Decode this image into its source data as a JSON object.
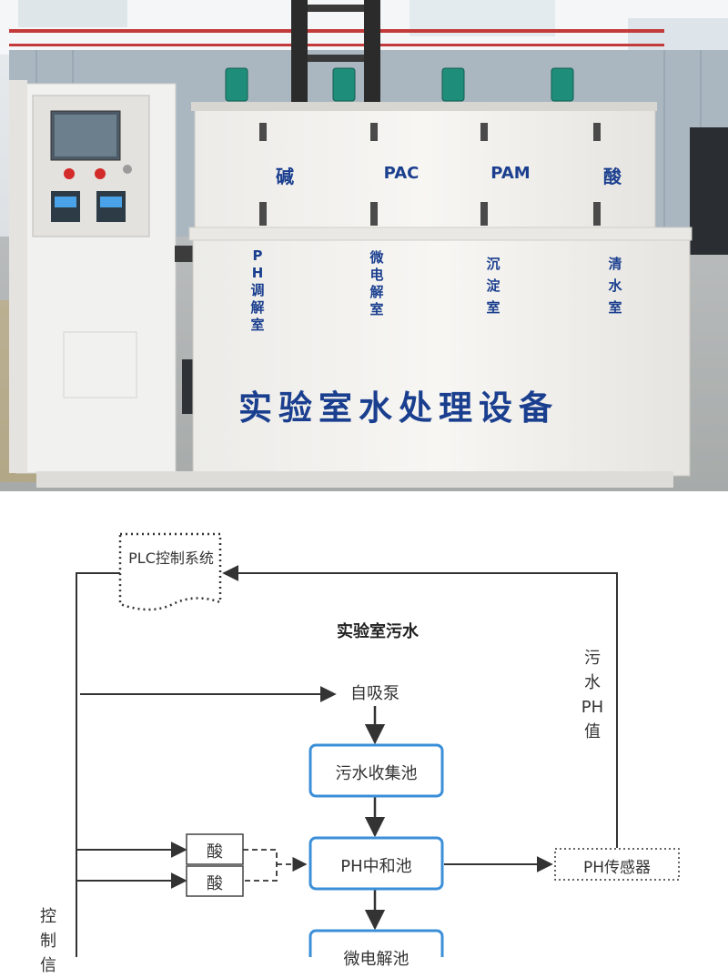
{
  "photo": {
    "tank_labels": [
      "碱",
      "PAC",
      "PAM",
      "酸"
    ],
    "chamber_labels": [
      "PH调解室",
      "微电解室",
      "沉淀室",
      "清水室"
    ],
    "equipment_title": "实验室水处理设备"
  },
  "diagram": {
    "plc": "PLC控制系统",
    "source": "实验室污水",
    "pump": "自吸泵",
    "collect_pool": "污水收集池",
    "ph_pool": "PH中和池",
    "acid_1": "酸",
    "acid_2": "酸",
    "ph_sensor": "PH传感器",
    "ph_value_label": "污水PH值",
    "control_signal": "控制信",
    "micro_pool": "微电解池"
  },
  "colors": {
    "tank_text": "#1b3f8f",
    "box_border": "#3b8fd8",
    "line": "#333333"
  }
}
